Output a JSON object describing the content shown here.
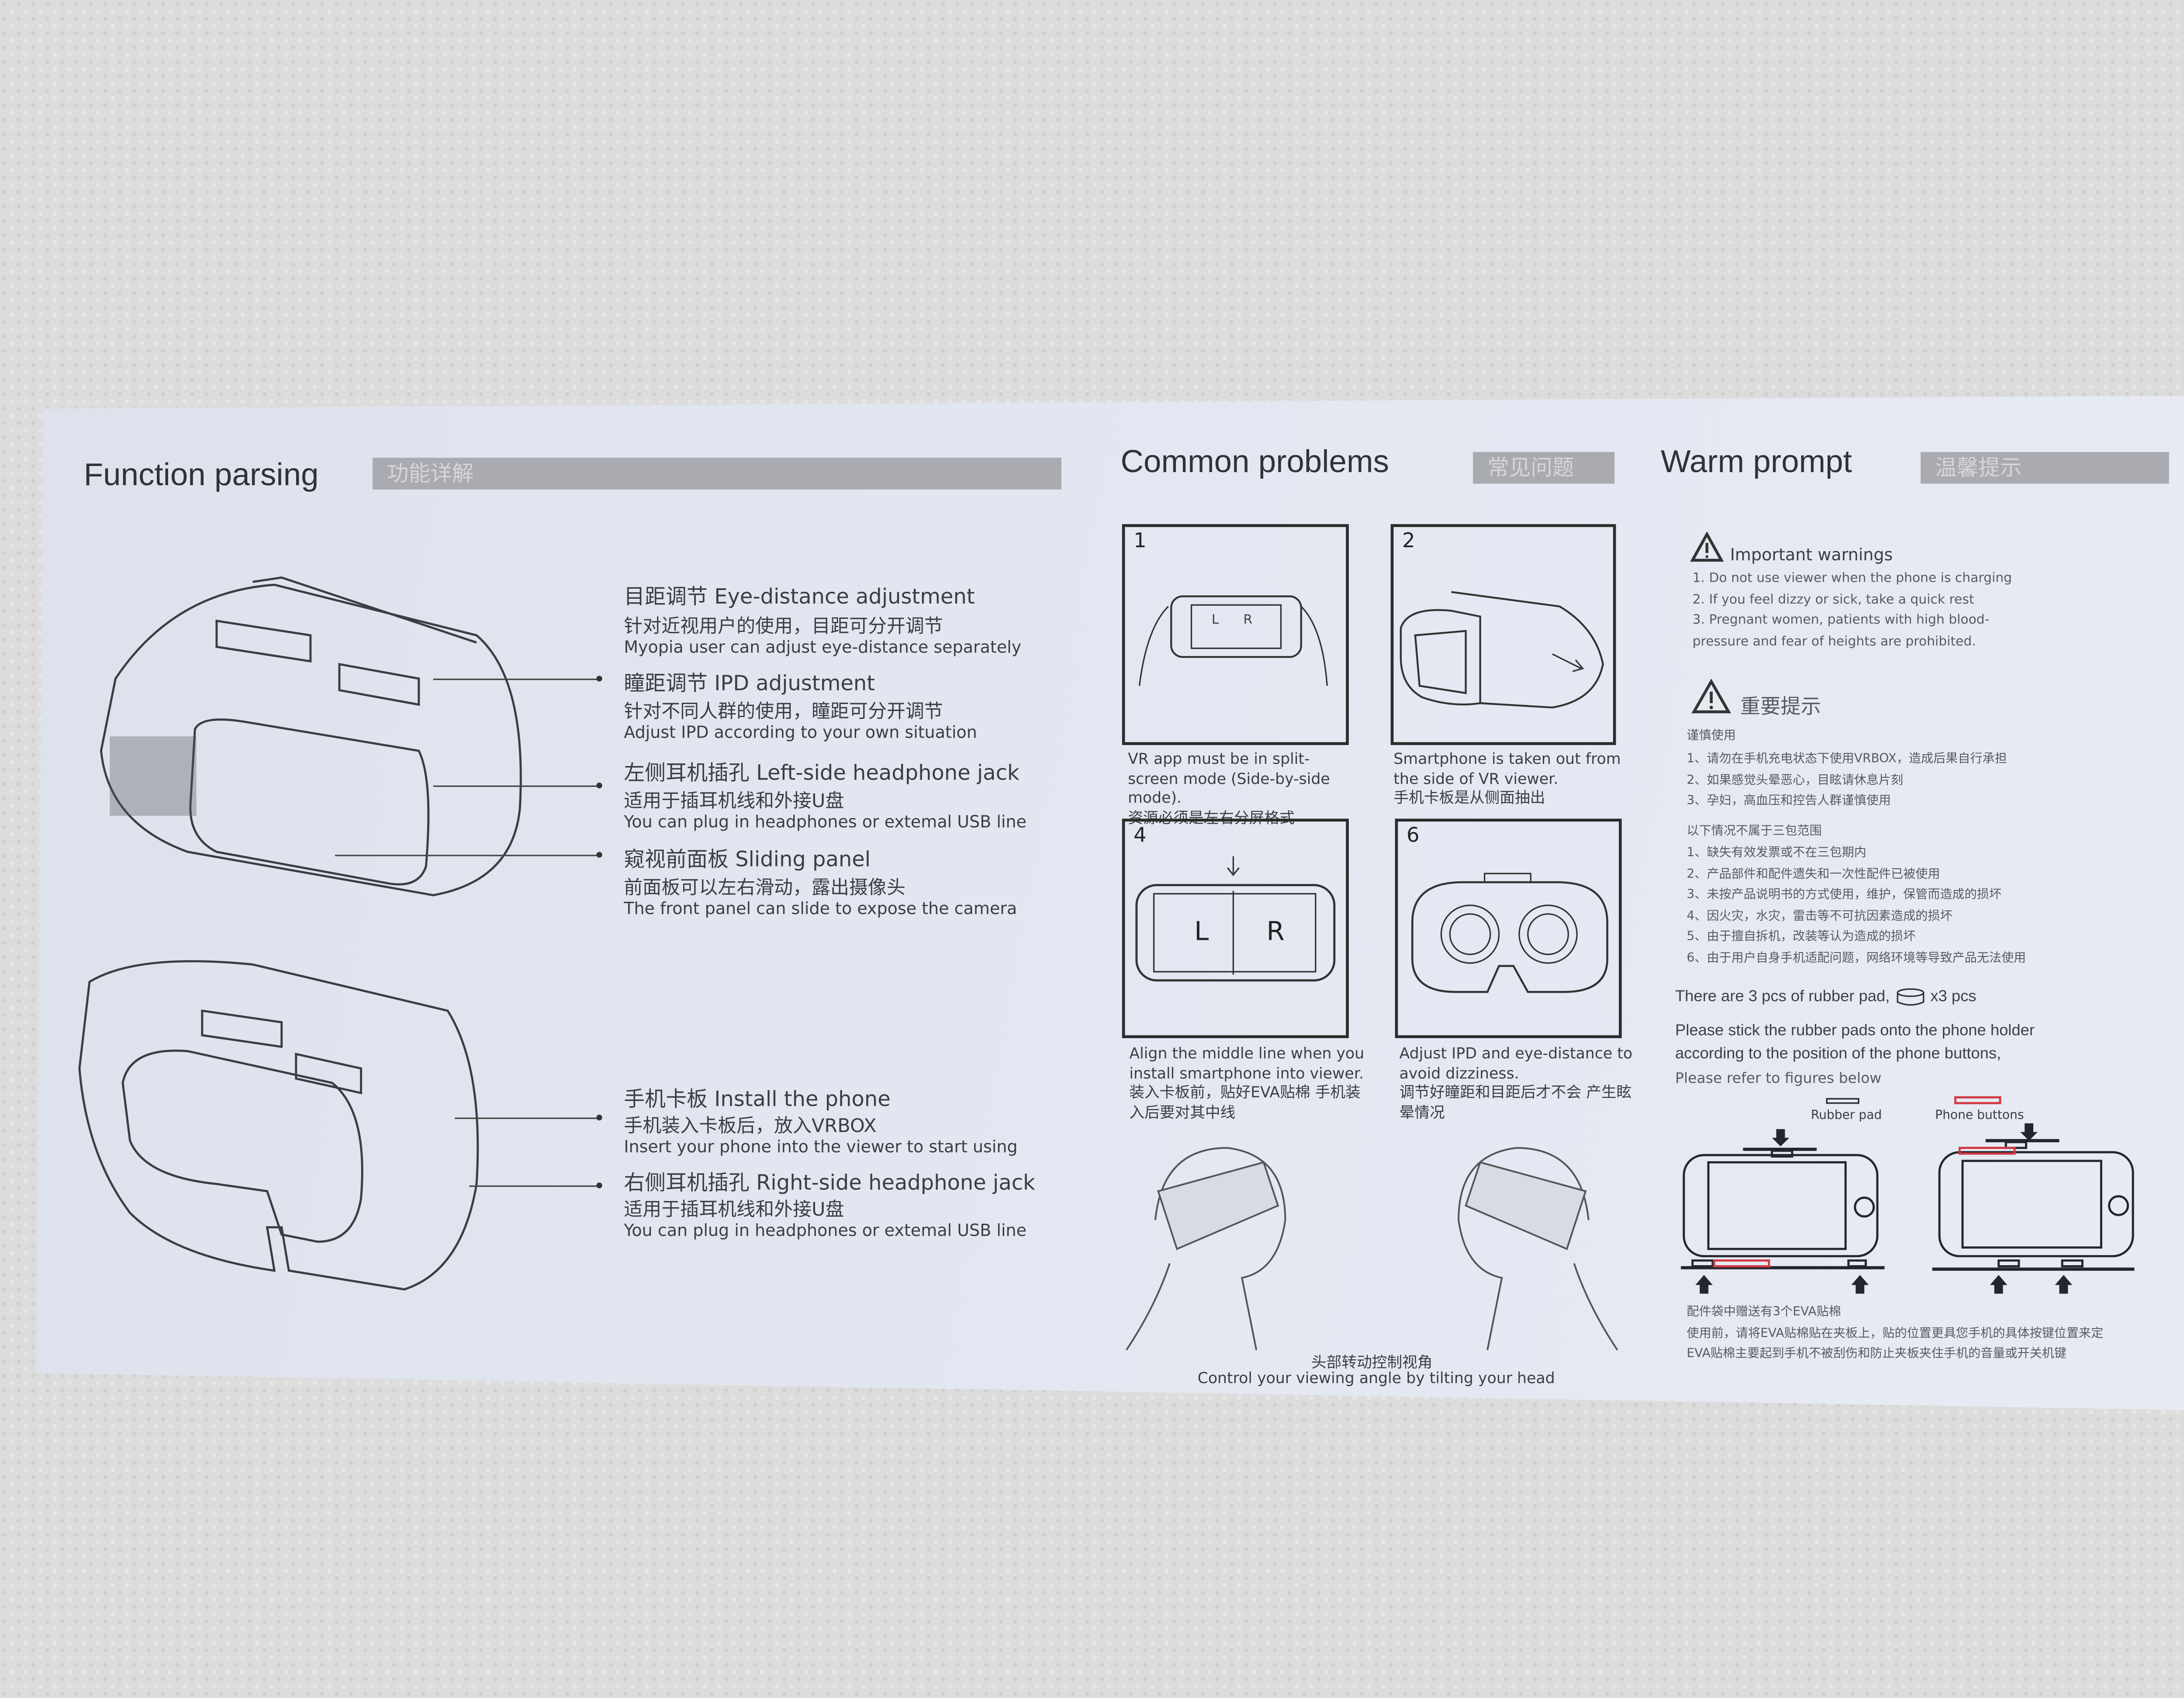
{
  "function_parsing": {
    "title": "Function parsing",
    "title_cn": "功能详解",
    "items": [
      {
        "title": "目距调节 Eye-distance adjustment",
        "cn": "针对近视用户的使用，目距可分开调节",
        "en": "Myopia user can adjust eye-distance separately"
      },
      {
        "title": "瞳距调节 IPD adjustment",
        "cn": "针对不同人群的使用，瞳距可分开调节",
        "en": "Adjust IPD according to your own situation"
      },
      {
        "title": "左侧耳机插孔 Left-side headphone jack",
        "cn": "适用于插耳机线和外接U盘",
        "en": "You can plug in headphones or extemal USB line"
      },
      {
        "title": "窥视前面板 Sliding panel",
        "cn": "前面板可以左右滑动，露出摄像头",
        "en": "The front panel can slide to expose the camera"
      },
      {
        "title": "手机卡板 Install the phone",
        "cn": "手机装入卡板后，放入VRBOX",
        "en": "Insert your phone into the viewer to start using"
      },
      {
        "title": "右侧耳机插孔 Right-side headphone jack",
        "cn": "适用于插耳机线和外接U盘",
        "en": "You can plug in headphones or extemal USB line"
      }
    ]
  },
  "common_problems": {
    "title": "Common problems",
    "title_cn": "常见问题",
    "panels": [
      {
        "number": "1",
        "screen_left": "L",
        "screen_right": "R",
        "en": "VR app must be in split-screen mode (Side-by-side mode).",
        "cn": "资源必须是左右分屏格式"
      },
      {
        "number": "2",
        "en": "Smartphone is taken out from the side of VR viewer.",
        "cn": "手机卡板是从侧面抽出"
      },
      {
        "number": "4",
        "screen_left": "L",
        "screen_right": "R",
        "en": "Align the middle line when you install smartphone into viewer.",
        "cn": "装入卡板前，贴好EVA贴棉 手机装入后要对其中线"
      },
      {
        "number": "6",
        "en": "Adjust IPD and eye-distance to avoid dizziness.",
        "cn": "调节好瞳距和目距后才不会 产生眩晕情况"
      }
    ],
    "head_caption_cn": "头部转动控制视角",
    "head_caption_en": "Control your viewing angle by tilting your head"
  },
  "warm_prompt": {
    "title": "Warm prompt",
    "title_cn": "温馨提示",
    "warnings_title": "Important warnings",
    "warnings": [
      "1. Do not use viewer when the phone is charging",
      "2. If you feel dizzy or sick, take a quick rest",
      "3. Pregnant women, patients with high blood-",
      "pressure and fear of heights are prohibited."
    ],
    "cn_title": "重要提示",
    "cn_caution": "谨慎使用",
    "cn_caution_items": [
      "1、请勿在手机充电状态下使用VRBOX，造成后果自行承担",
      "2、如果感觉头晕恶心，目眩请休息片刻",
      "3、孕妇，高血压和控告人群谨慎使用"
    ],
    "cn_warranty_title": "以下情况不属于三包范围",
    "cn_warranty_items": [
      "1、缺失有效发票或不在三包期内",
      "2、产品部件和配件遗失和一次性配件已被使用",
      "3、未按产品说明书的方式使用，维护，保管而造成的损坏",
      "4、因火灾，水灾，雷击等不可抗因素造成的损坏",
      "5、由于擅自拆机，改装等认为造成的损坏",
      "6、由于用户自身手机适配问题，网络环境等导致产品无法使用"
    ],
    "rubber_pad_text": "There are 3 pcs of rubber pad,",
    "rubber_pad_count": "x3 pcs",
    "stick_line1": "Please stick the rubber pads onto the phone holder",
    "stick_line2": "according to the position of the phone buttons,",
    "refer": "Please refer to figures below",
    "legend_rubber": "Rubber pad",
    "legend_buttons": "Phone buttons",
    "eva_lines": [
      "配件袋中赠送有3个EVA贴棉",
      "使用前，请将EVA贴棉贴在夹板上，贴的位置更具您手机的具体按键位置来定",
      "EVA贴棉主要起到手机不被刮伤和防止夹板夹住手机的音量或开关机键"
    ],
    "colors": {
      "button_marker": "#d23a44",
      "outline": "#23262e"
    }
  }
}
